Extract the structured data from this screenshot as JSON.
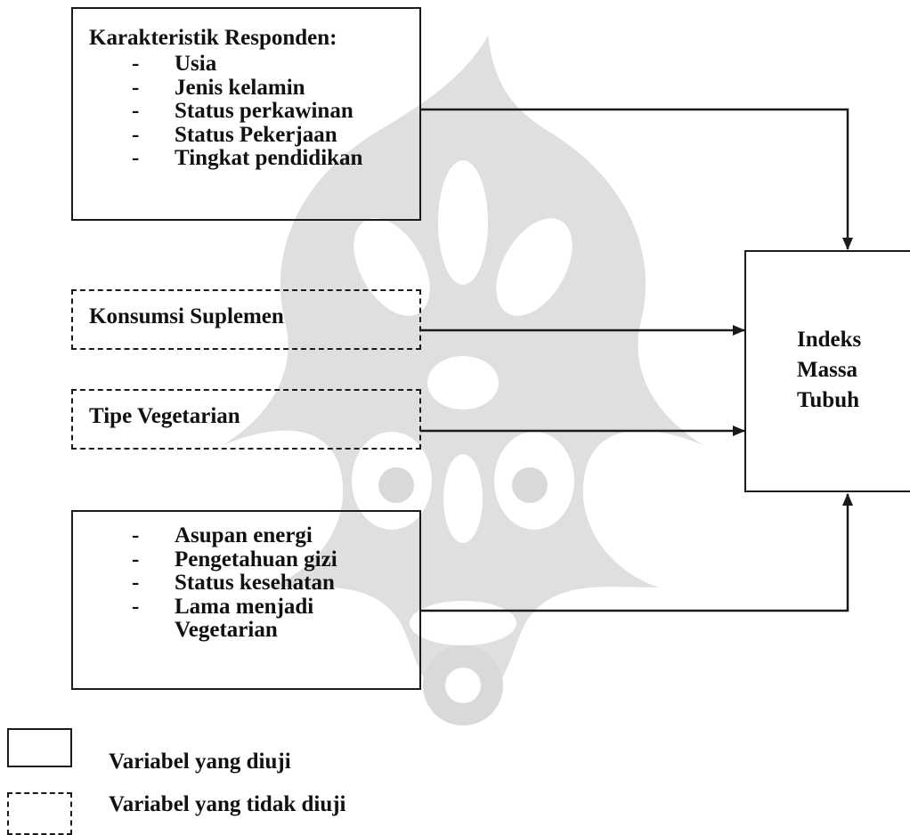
{
  "characteristics": {
    "title": "Karakteristik Responden:",
    "items": [
      "Usia",
      "Jenis kelamin",
      "Status perkawinan",
      "Status Pekerjaan",
      "Tingkat pendidikan"
    ]
  },
  "supplement": {
    "label": "Konsumsi Suplemen"
  },
  "vegetarian_type": {
    "label": "Tipe Vegetarian"
  },
  "other_factors": {
    "items": [
      "Asupan energi",
      "Pengetahuan gizi",
      "Status kesehatan",
      "Lama menjadi"
    ],
    "continuation": "Vegetarian"
  },
  "outcome": {
    "line1": "Indeks",
    "line2": "Massa",
    "line3": "Tubuh"
  },
  "legend": {
    "tested": "Variabel yang diuji",
    "not_tested": "Variabel yang tidak diuji"
  },
  "bullet": "-",
  "colors": {
    "line": "#1a1a1a",
    "watermark": "#d9d9d9"
  }
}
